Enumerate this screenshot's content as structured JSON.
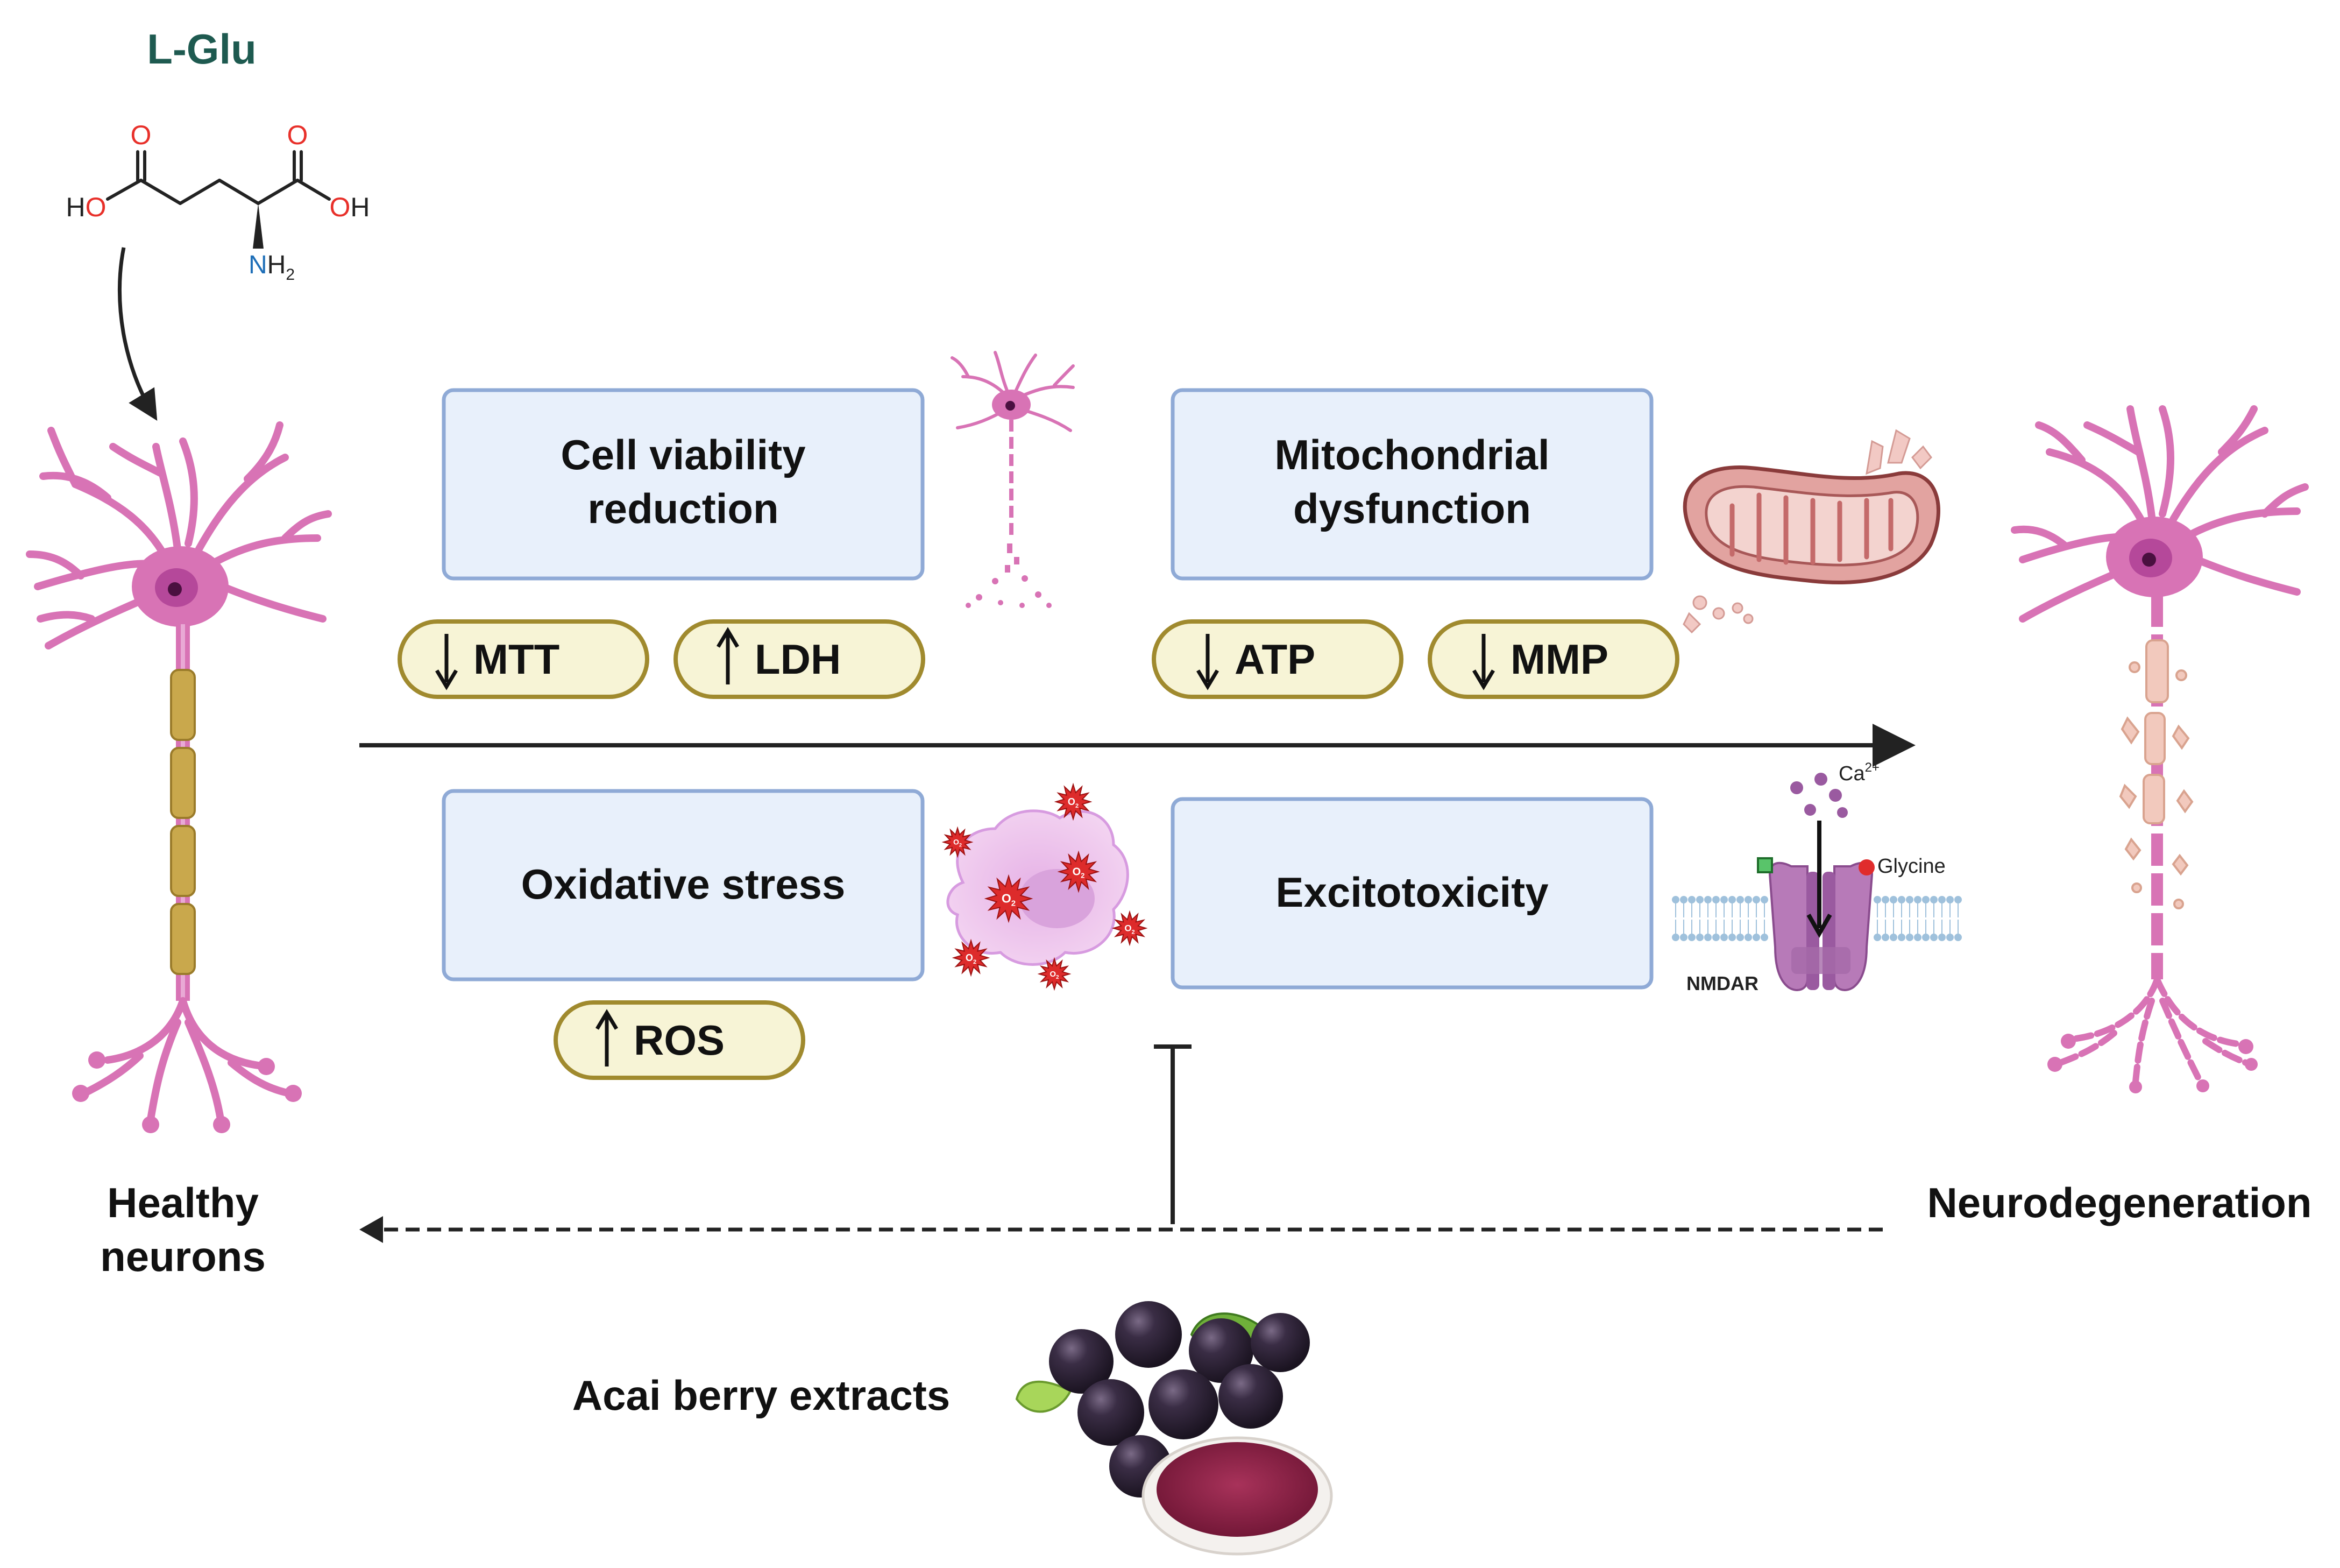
{
  "compound": {
    "name": "L-Glu",
    "atom_o": "O",
    "atom_ho": "HO",
    "atom_oh": "OH",
    "atom_n": "N",
    "atom_h": "H",
    "atom_sub2": "2"
  },
  "labels": {
    "healthy_line1": "Healthy",
    "healthy_line2": "neurons",
    "neurodegeneration": "Neurodegeneration",
    "acai": "Acai berry extracts"
  },
  "boxes": {
    "cell_viability_line1": "Cell viability",
    "cell_viability_line2": "reduction",
    "mito_line1": "Mitochondrial",
    "mito_line2": "dysfunction",
    "oxidative": "Oxidative stress",
    "excitotoxicity": "Excitotoxicity"
  },
  "markers": [
    {
      "label": "MTT",
      "direction": "down"
    },
    {
      "label": "LDH",
      "direction": "up"
    },
    {
      "label": "ATP",
      "direction": "down"
    },
    {
      "label": "MMP",
      "direction": "down"
    },
    {
      "label": "ROS",
      "direction": "up"
    }
  ],
  "receptor": {
    "name": "NMDAR",
    "ion": "Ca",
    "ion_charge": "2+",
    "coagonist": "Glycine"
  },
  "ros_symbol": {
    "o": "O",
    "sub": "2"
  },
  "colors": {
    "neuron": "#d873b5",
    "myelin": "#c9a84c",
    "box_fill": "#e8f0fb",
    "box_stroke": "#8faad6",
    "pill_fill": "#f7f4d6",
    "pill_stroke": "#a08a2e",
    "lglu_title": "#1e5a50",
    "oxygen": "#e8302a",
    "nitrogen": "#1f6fb8",
    "ros_red": "#dd2b2b",
    "mito": "#d98a8a",
    "berry": "#2a2133",
    "powder": "#8c1f44",
    "leaf": "#7bbf3a"
  }
}
